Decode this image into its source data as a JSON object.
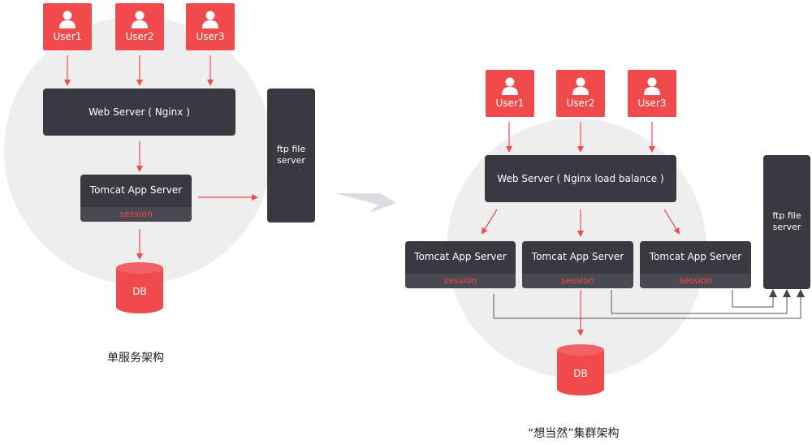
{
  "colors": {
    "accent": "#f04a4c",
    "server": "#3a3840",
    "session_bar": "#4a4850",
    "line": "#555555",
    "bg_circle": "#eeeeef"
  },
  "single": {
    "users": [
      "User1",
      "User2",
      "User3"
    ],
    "web_server": "Web Server ( Nginx )",
    "app_server": "Tomcat App Server",
    "session": "session",
    "ftp": [
      "ftp file",
      "server"
    ],
    "db": "DB",
    "caption": "单服务架构"
  },
  "cluster": {
    "users": [
      "User1",
      "User2",
      "User3"
    ],
    "web_server": "Web Server ( Nginx load balance )",
    "app_servers": [
      {
        "title": "Tomcat App Server",
        "session": "session"
      },
      {
        "title": "Tomcat App Server",
        "session": "session"
      },
      {
        "title": "Tomcat App Server",
        "session": "session"
      }
    ],
    "ftp": [
      "ftp file",
      "server"
    ],
    "db": "DB",
    "caption": "“想当然”集群架构"
  },
  "icons": {
    "user": "user-icon",
    "db": "database-icon",
    "transition": "arrow-right-icon"
  }
}
